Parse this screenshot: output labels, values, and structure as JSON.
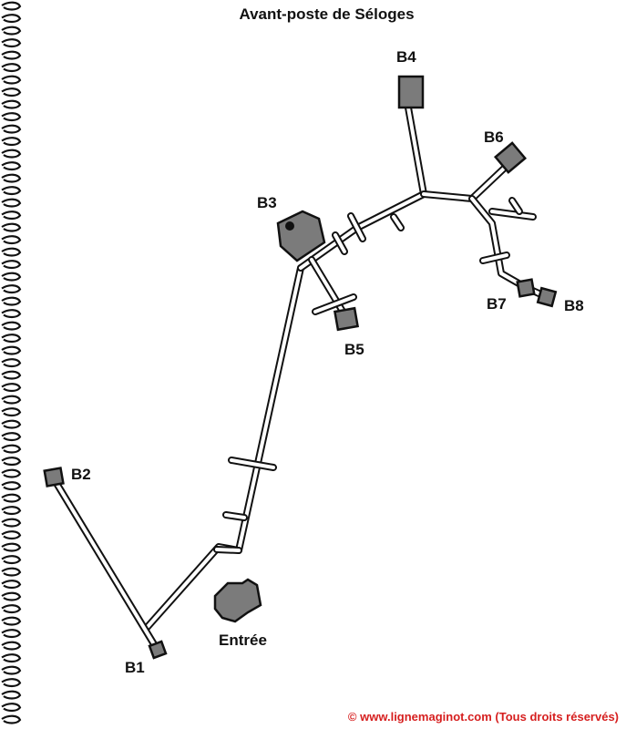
{
  "title": "Avant-poste de Séloges",
  "copyright": "© www.lignemaginot.com (Tous droits réservés)",
  "colors": {
    "bloc_fill": "#7b7b7b",
    "outline": "#111111",
    "copyright": "#d61f1f"
  },
  "labels": {
    "b1": "B1",
    "b2": "B2",
    "b3": "B3",
    "b4": "B4",
    "b5": "B5",
    "b6": "B6",
    "b7": "B7",
    "b8": "B8",
    "entree": "Entrée"
  },
  "notebook_binding": "spiral-binding-left"
}
